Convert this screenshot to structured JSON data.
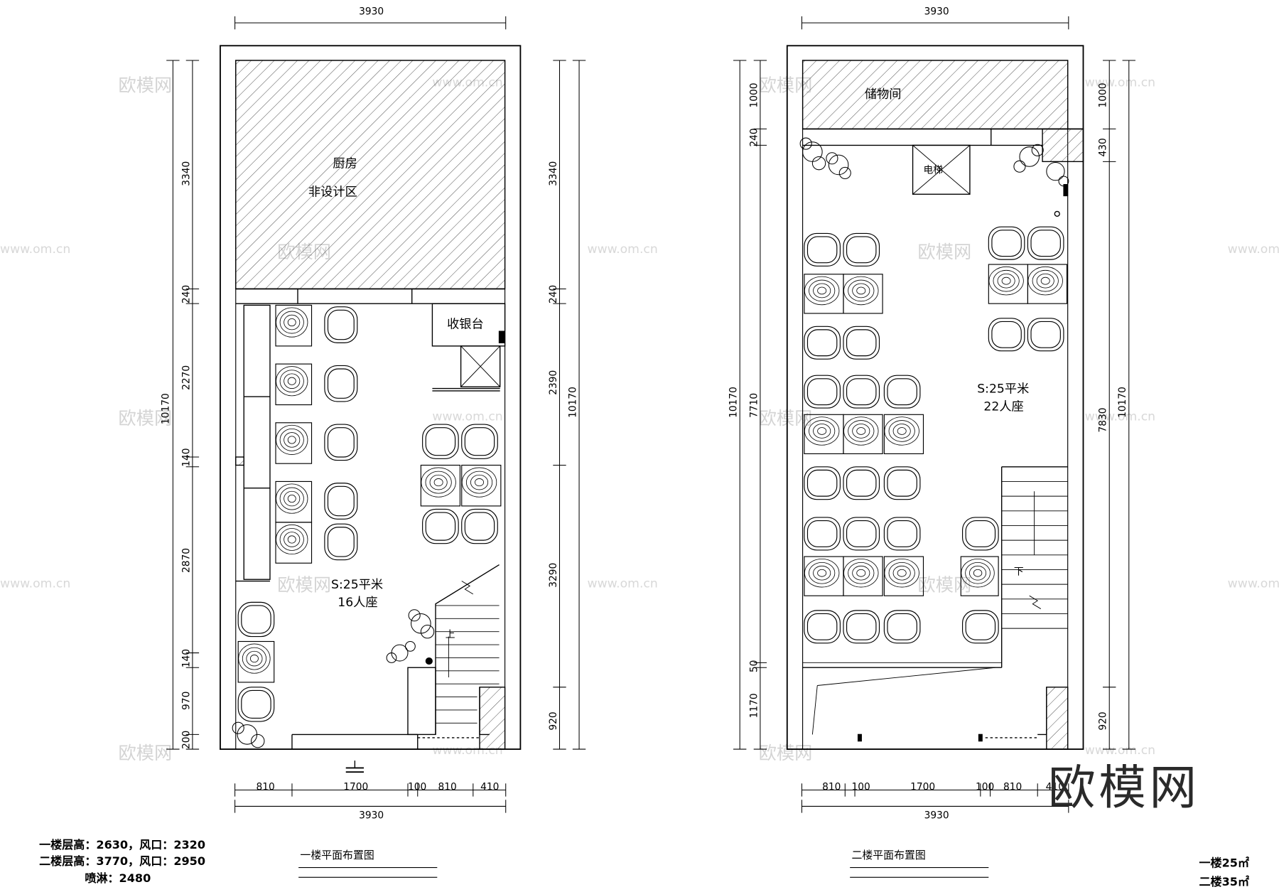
{
  "plan1": {
    "dims": {
      "top": "3930",
      "left_3340": "3340",
      "left_240": "240",
      "left_2270": "2270",
      "left_140a": "140",
      "left_2870": "2870",
      "left_140b": "140",
      "left_970": "970",
      "left_200": "200",
      "left_total": "10170",
      "right_3340": "3340",
      "right_240": "240",
      "right_2390": "2390",
      "right_3290": "3290",
      "right_920": "920",
      "right_total": "10170",
      "bottom_810a": "810",
      "bottom_1700": "1700",
      "bottom_100": "100",
      "bottom_810b": "810",
      "bottom_410": "410",
      "bottom_total": "3930"
    },
    "kitchen_line1": "厨房",
    "kitchen_line2": "非设计区",
    "cashier": "收银台",
    "area": "S:25平米",
    "seats": "16人座",
    "stair_up": "上",
    "caption": "一楼平面布置图"
  },
  "plan2": {
    "dims": {
      "top": "3930",
      "left_1000": "1000",
      "left_240": "240",
      "left_7710": "7710",
      "left_50": "50",
      "left_1170": "1170",
      "left_total": "10170",
      "right_1000": "1000",
      "right_430": "430",
      "right_7830": "7830",
      "right_920": "920",
      "right_total": "10170",
      "bottom_810a": "810",
      "bottom_100a": "100",
      "bottom_1700": "1700",
      "bottom_100b": "100",
      "bottom_810b": "810",
      "bottom_410": "410",
      "bottom_total": "3930"
    },
    "storage": "储物间",
    "elevator": "电梯",
    "area": "S:25平米",
    "seats": "22人座",
    "stair_down": "下",
    "caption": "二楼平面布置图"
  },
  "notes": {
    "line1": "一楼层高：2630，风口：2320",
    "line2": "二楼层高：3770，风口：2950",
    "line3": "喷淋：2480"
  },
  "areas": {
    "floor1": "一楼25㎡",
    "floor2": "二楼35㎡"
  },
  "watermark": {
    "brand": "欧模网",
    "url": "www.om.cn"
  }
}
